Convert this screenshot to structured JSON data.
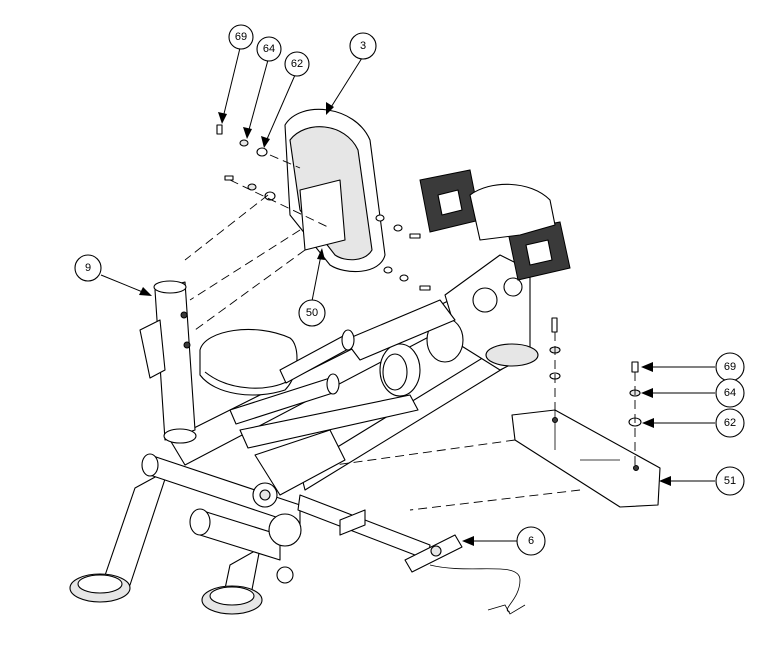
{
  "callouts": [
    {
      "id": "c69a",
      "label": "69"
    },
    {
      "id": "c64a",
      "label": "64"
    },
    {
      "id": "c62a",
      "label": "62"
    },
    {
      "id": "c3",
      "label": "3"
    },
    {
      "id": "c9",
      "label": "9"
    },
    {
      "id": "c50",
      "label": "50"
    },
    {
      "id": "c69b",
      "label": "69"
    },
    {
      "id": "c64b",
      "label": "64"
    },
    {
      "id": "c62b",
      "label": "62"
    },
    {
      "id": "c51",
      "label": "51"
    },
    {
      "id": "c6",
      "label": "6"
    }
  ]
}
